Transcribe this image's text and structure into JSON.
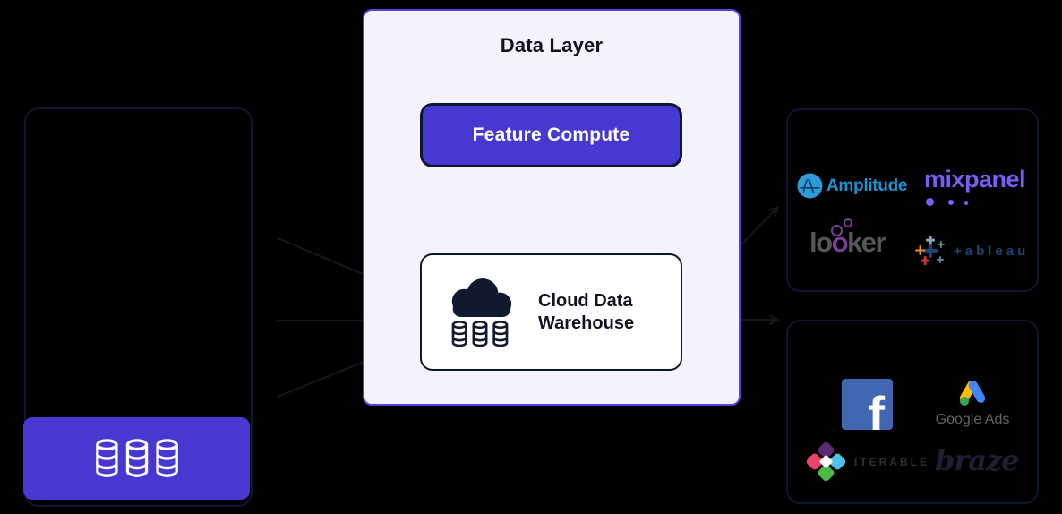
{
  "page": {
    "background": "#000000"
  },
  "colors": {
    "indigo_fill": "#4838D2",
    "lavender_bg": "#F4F2FB",
    "dark_navy_border": "#0D1830",
    "data_layer_border": "#5443E2",
    "arrow_stroke": "#15151D",
    "amplitude_blue": "#1792D2",
    "mixpanel_purple": "#7C5BF7",
    "looker_gray": "#55565A",
    "looker_purple": "#7B3F98",
    "tableau_navy": "#1D4577",
    "facebook_blue": "#4267B2",
    "google_yellow": "#FBBC04",
    "google_blue": "#4285F4",
    "google_green": "#34A853",
    "iterable_pink": "#EE4266",
    "iterable_purple": "#5C2A70",
    "iterable_blue": "#4EC3E8",
    "iterable_green": "#4CB944",
    "braze_dark": "#201E33"
  },
  "source_box": {
    "icon": "database-cylinders-icon"
  },
  "data_layer": {
    "title": "Data Layer",
    "feature_compute": {
      "label": "Feature Compute"
    },
    "warehouse": {
      "line1": "Cloud Data",
      "line2": "Warehouse",
      "icon": "cloud-database-icon"
    }
  },
  "analytics_box": {
    "logos": [
      {
        "name": "amplitude",
        "text": "Amplitude"
      },
      {
        "name": "mixpanel",
        "text": "mixpanel"
      },
      {
        "name": "looker",
        "part1": "lo",
        "o": "o",
        "part2": "ker"
      },
      {
        "name": "tableau",
        "text": "+ableau"
      }
    ]
  },
  "marketing_box": {
    "logos": [
      {
        "name": "facebook",
        "text": "f"
      },
      {
        "name": "google-ads",
        "text": "Google Ads"
      },
      {
        "name": "iterable",
        "text": "ITERABLE"
      },
      {
        "name": "braze",
        "text": "braze"
      }
    ]
  }
}
